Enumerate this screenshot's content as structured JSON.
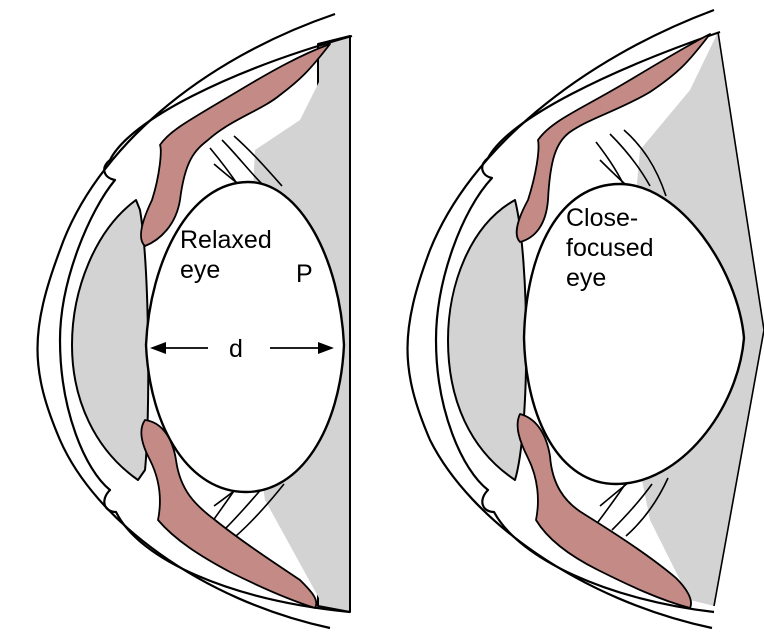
{
  "labels": {
    "relaxed_line1": "Relaxed",
    "relaxed_line2": "eye",
    "p_marker": "P",
    "d_marker": "d",
    "close_line1": "Close-",
    "close_line2": "focused",
    "close_line3": "eye"
  },
  "colors": {
    "ciliary_muscle": "#c48a86",
    "fluid": "#d3d3d3",
    "lens": "#ffffff",
    "line": "#000000"
  }
}
